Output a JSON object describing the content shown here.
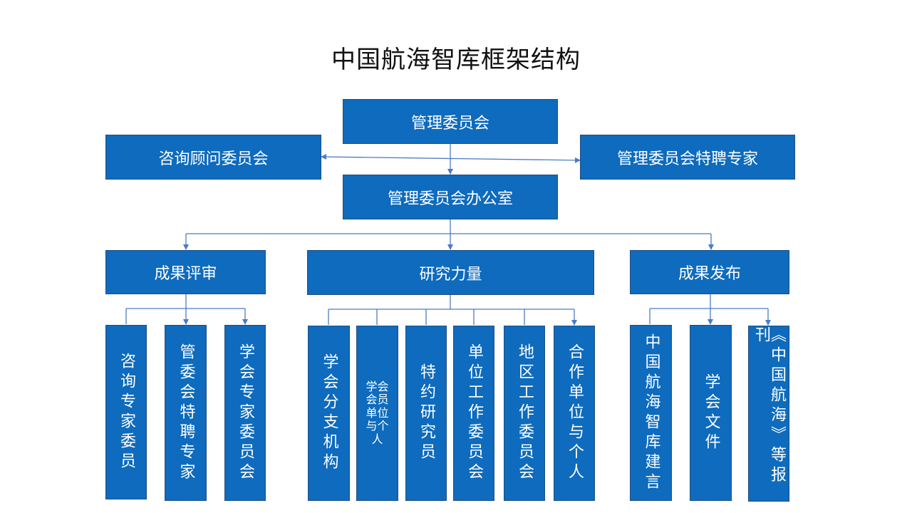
{
  "title": "中国航海智库框架结构",
  "top": {
    "management": "管理委员会",
    "consult": "咨询顾问委员会",
    "experts": "管理委员会特聘专家",
    "office": "管理委员会办公室"
  },
  "mid": {
    "review": "成果评审",
    "research": "研究力量",
    "publish": "成果发布"
  },
  "leaves": {
    "review": [
      "咨询专家委员",
      "管委会特聘专家",
      "学会专家委员会"
    ],
    "research": [
      "学会分支机构",
      "学会会员单位与个人",
      "特约研究员",
      "单位工作委员会",
      "地区工作委员会",
      "合作单位与个人"
    ],
    "publish": [
      "中国航海智库建言",
      "学会文件",
      "《中国航海》等报刊"
    ]
  },
  "colors": {
    "box": "#0E6BBD",
    "line": "#4A7CC4"
  }
}
